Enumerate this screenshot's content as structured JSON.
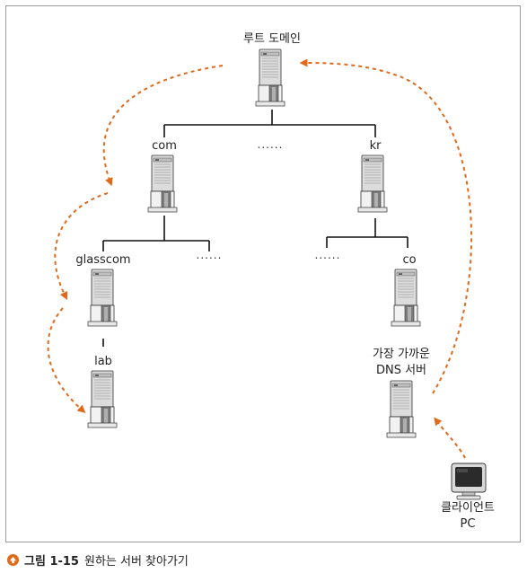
{
  "nodes": {
    "root": "루트 도메인",
    "com": "com",
    "kr": "kr",
    "glasscom": "glasscom",
    "co": "co",
    "lab": "lab",
    "nearest_dns_line1": "가장 가까운",
    "nearest_dns_line2": "DNS 서버",
    "client_line1": "클라이언트",
    "client_line2": "PC"
  },
  "ellipses": {
    "top_middle": "......",
    "com_right": "......",
    "kr_left": "......"
  },
  "caption": {
    "figure_number": "그림 1-15",
    "title": "원하는 서버 찾아가기"
  },
  "colors": {
    "arrow": "#e06a1b",
    "tree_line": "#111111"
  }
}
